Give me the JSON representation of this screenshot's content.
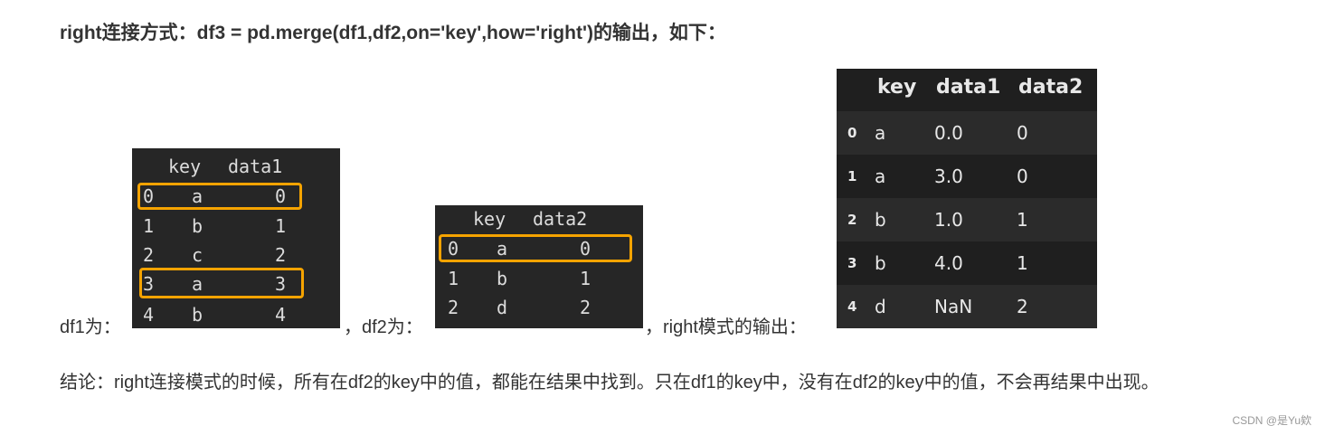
{
  "heading": "right连接方式：df3 = pd.merge(df1,df2,on='key',how='right')的输出，如下：",
  "labels": {
    "df1": "df1为：",
    "df2": "，df2为：",
    "out": "，right模式的输出："
  },
  "df1": {
    "columns": [
      "key",
      "data1"
    ],
    "rows": [
      [
        "0",
        "a",
        "0"
      ],
      [
        "1",
        "b",
        "1"
      ],
      [
        "2",
        "c",
        "2"
      ],
      [
        "3",
        "a",
        "3"
      ],
      [
        "4",
        "b",
        "4"
      ]
    ]
  },
  "df2": {
    "columns": [
      "key",
      "data2"
    ],
    "rows": [
      [
        "0",
        "a",
        "0"
      ],
      [
        "1",
        "b",
        "1"
      ],
      [
        "2",
        "d",
        "2"
      ]
    ]
  },
  "output": {
    "columns": [
      "key",
      "data1",
      "data2"
    ],
    "rows": [
      [
        "0",
        "a",
        "0.0",
        "0"
      ],
      [
        "1",
        "a",
        "3.0",
        "0"
      ],
      [
        "2",
        "b",
        "1.0",
        "1"
      ],
      [
        "3",
        "b",
        "4.0",
        "1"
      ],
      [
        "4",
        "d",
        "NaN",
        "2"
      ]
    ]
  },
  "highlight_color": "#f5a300",
  "conclusion": "结论：right连接模式的时候，所有在df2的key中的值，都能在结果中找到。只在df1的key中，没有在df2的key中的值，不会再结果中出现。",
  "watermark": "CSDN @是Yu欸"
}
